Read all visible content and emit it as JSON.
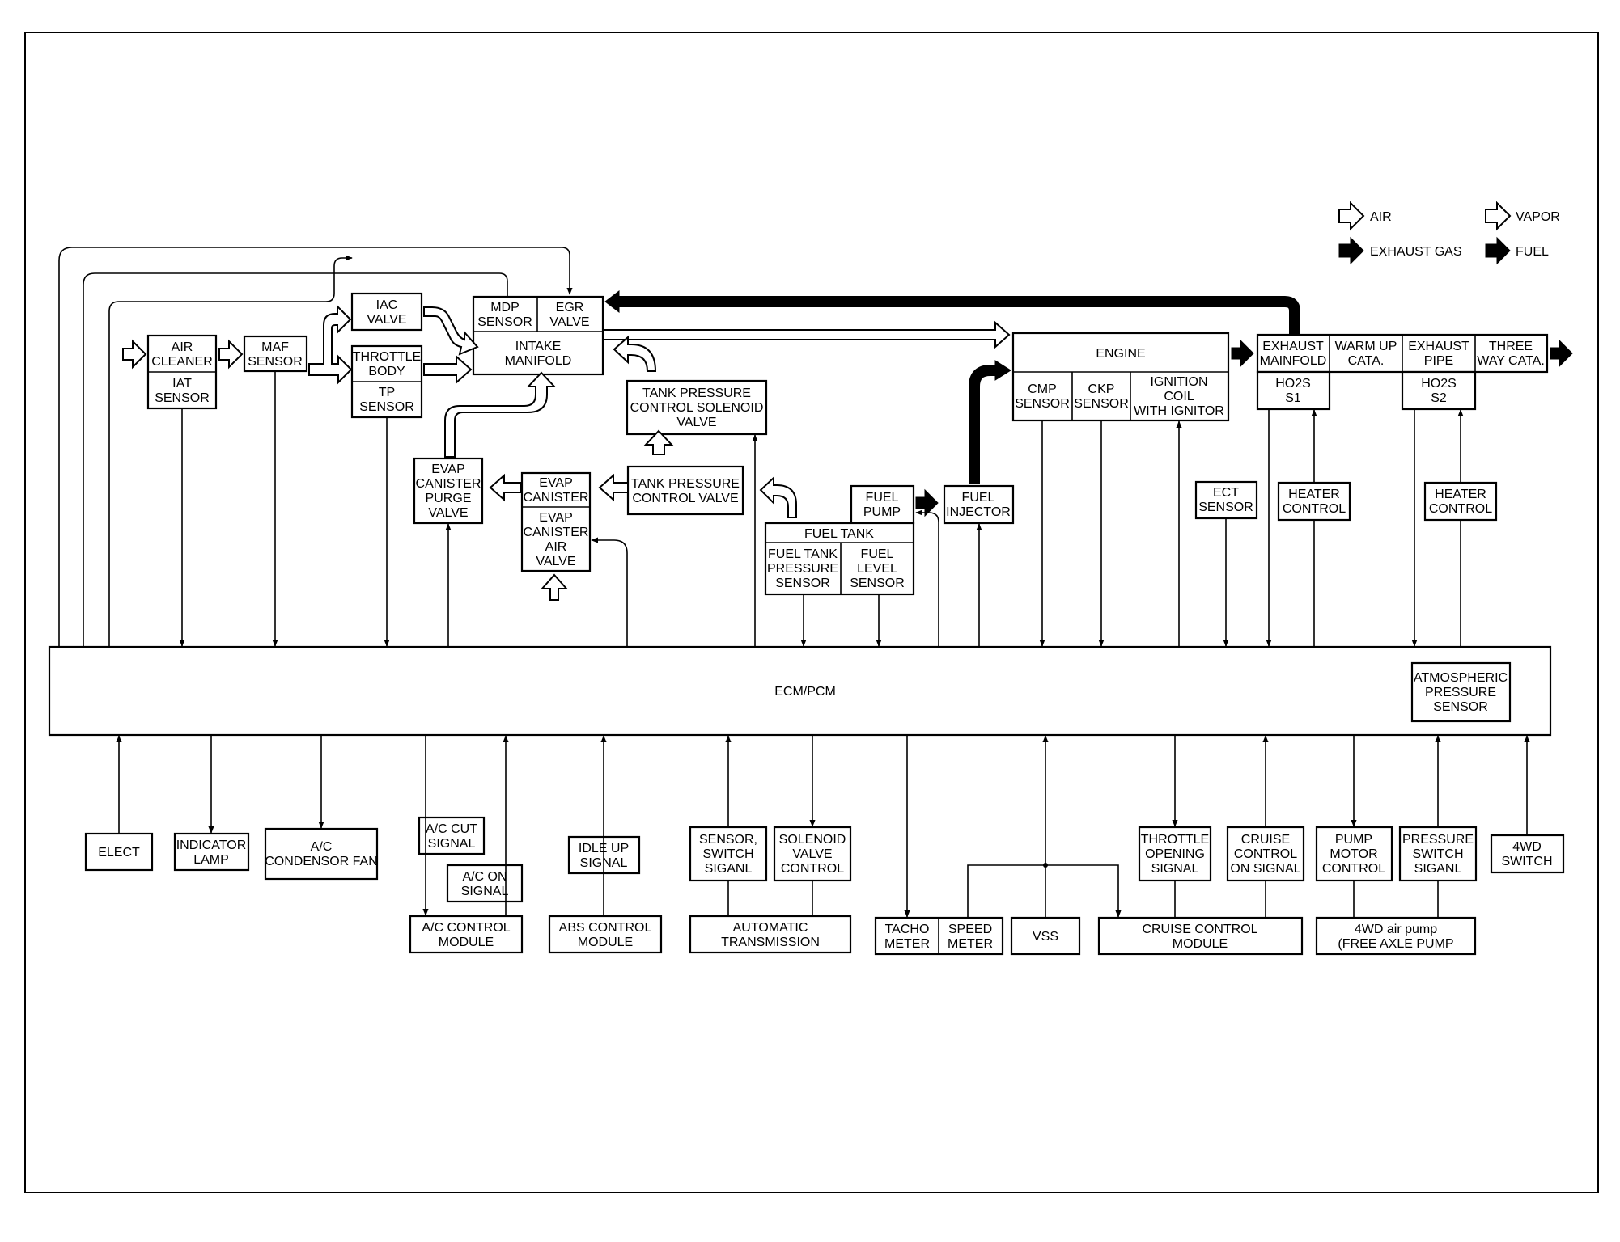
{
  "legend": {
    "air": "AIR",
    "vapor": "VAPOR",
    "exhaust_gas": "EXHAUST GAS",
    "fuel": "FUEL"
  },
  "ecm": {
    "label": "ECM/PCM",
    "atmospheric_sensor": [
      "ATMOSPHERIC",
      "PRESSURE",
      "SENSOR"
    ]
  },
  "intake": {
    "air_cleaner": [
      "AIR",
      "CLEANER"
    ],
    "iat_sensor": [
      "IAT",
      "SENSOR"
    ],
    "maf_sensor": [
      "MAF",
      "SENSOR"
    ],
    "iac_valve": [
      "IAC",
      "VALVE"
    ],
    "throttle_body": [
      "THROTTLE",
      "BODY"
    ],
    "tp_sensor": [
      "TP",
      "SENSOR"
    ],
    "mdp_sensor": [
      "MDP",
      "SENSOR"
    ],
    "egr_valve": [
      "EGR",
      "VALVE"
    ],
    "intake_manifold": [
      "INTAKE",
      "MANIFOLD"
    ]
  },
  "evap": {
    "tank_pressure_solenoid": [
      "TANK PRESSURE",
      "CONTROL SOLENOID",
      "VALVE"
    ],
    "tank_pressure_valve": [
      "TANK PRESSURE",
      "CONTROL VALVE"
    ],
    "canister_purge": [
      "EVAP",
      "CANISTER",
      "PURGE",
      "VALVE"
    ],
    "canister": [
      "EVAP",
      "CANISTER"
    ],
    "canister_air": [
      "EVAP",
      "CANISTER",
      "AIR",
      "VALVE"
    ]
  },
  "fuel": {
    "fuel_pump": [
      "FUEL",
      "PUMP"
    ],
    "fuel_tank": "FUEL TANK",
    "tank_pressure_sensor": [
      "FUEL TANK",
      "PRESSURE",
      "SENSOR"
    ],
    "level_sensor": [
      "FUEL",
      "LEVEL",
      "SENSOR"
    ],
    "injector": [
      "FUEL",
      "INJECTOR"
    ]
  },
  "engine": {
    "label": "ENGINE",
    "cmp": [
      "CMP",
      "SENSOR"
    ],
    "ckp": [
      "CKP",
      "SENSOR"
    ],
    "ignition": [
      "IGNITION",
      "COIL",
      "WITH IGNITOR"
    ],
    "ect": [
      "ECT",
      "SENSOR"
    ]
  },
  "exhaust": {
    "manifold": [
      "EXHAUST",
      "MAINFOLD"
    ],
    "warm_up": [
      "WARM UP",
      "CATA."
    ],
    "pipe": [
      "EXHAUST",
      "PIPE"
    ],
    "three_way": [
      "THREE",
      "WAY CATA."
    ],
    "ho2s_s1": [
      "HO2S",
      "S1"
    ],
    "ho2s_s2": [
      "HO2S",
      "S2"
    ],
    "heater1": [
      "HEATER",
      "CONTROL"
    ],
    "heater2": [
      "HEATER",
      "CONTROL"
    ]
  },
  "bottom": {
    "elect": [
      "ELECT"
    ],
    "indicator": [
      "INDICATOR",
      "LAMP"
    ],
    "ac_fan": [
      "A/C",
      "CONDENSOR FAN"
    ],
    "ac_cut": [
      "A/C CUT",
      "SIGNAL"
    ],
    "ac_on": [
      "A/C ON",
      "SIGNAL"
    ],
    "ac_module": [
      "A/C CONTROL",
      "MODULE"
    ],
    "idle_up": [
      "IDLE UP",
      "SIGNAL"
    ],
    "abs_module": [
      "ABS CONTROL",
      "MODULE"
    ],
    "sensor_switch": [
      "SENSOR,",
      "SWITCH",
      "SIGANL"
    ],
    "solenoid": [
      "SOLENOID",
      "VALVE",
      "CONTROL"
    ],
    "auto_trans": [
      "AUTOMATIC",
      "TRANSMISSION"
    ],
    "tacho": [
      "TACHO",
      "METER"
    ],
    "speed": [
      "SPEED",
      "METER"
    ],
    "vss": [
      "VSS"
    ],
    "throttle_opening": [
      "THROTTLE",
      "OPENING",
      "SIGNAL"
    ],
    "cruise_on": [
      "CRUISE",
      "CONTROL",
      "ON SIGNAL"
    ],
    "cruise_module": [
      "CRUISE CONTROL",
      "MODULE"
    ],
    "pump_motor": [
      "PUMP",
      "MOTOR",
      "CONTROL"
    ],
    "pressure_switch": [
      "PRESSURE",
      "SWITCH",
      "SIGANL"
    ],
    "air_pump": [
      "4WD air pump",
      "(FREE AXLE PUMP"
    ],
    "wd_switch": [
      "4WD",
      "SWITCH"
    ]
  }
}
